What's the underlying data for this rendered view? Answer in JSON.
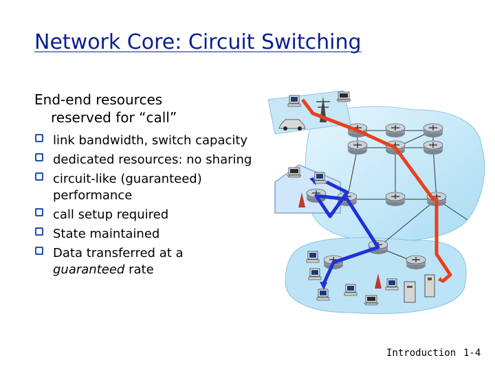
{
  "slide": {
    "title": "Network Core: Circuit Switching",
    "intro_line1": "End-end resources",
    "intro_line2": "reserved for “call”",
    "bullets": [
      {
        "text": "link bandwidth, switch capacity"
      },
      {
        "text": "dedicated resources: no sharing"
      },
      {
        "text": "circuit-like (guaranteed) performance"
      },
      {
        "text": "call setup required"
      },
      {
        "text": "State maintained"
      },
      {
        "text_emph": "guaranteed",
        "text_prefix": "Data transferred at a",
        "text_suffix": "rate"
      }
    ],
    "bullet_icon": "q-checkbox-icon",
    "footer_left": "Introduction",
    "footer_right": "1-4"
  },
  "colors": {
    "title": "#0a1f8f",
    "path_red": "#e8401c",
    "path_blue": "#1e32d8",
    "network_bg": "#bfe6f7",
    "router": "#9aa3ad"
  }
}
